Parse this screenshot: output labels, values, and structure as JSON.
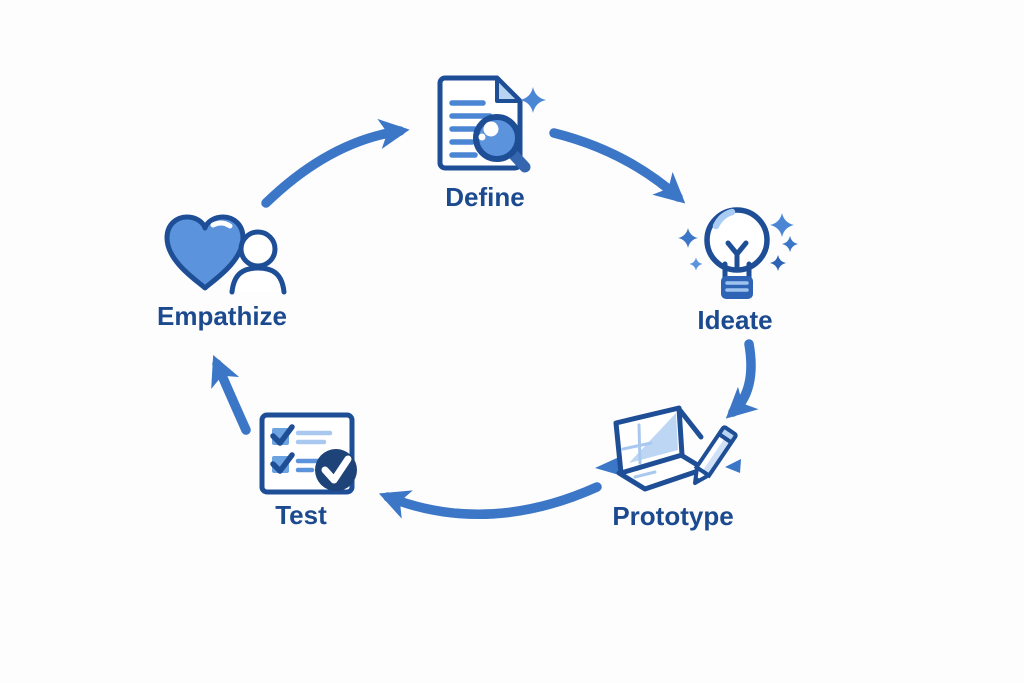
{
  "diagram": {
    "background": "#fdfdfe",
    "colors": {
      "arrow": "#3b76c7",
      "outline": "#1e4e96",
      "fill_medium": "#5b93dd",
      "fill_light": "#b9d4f2",
      "base_dark": "#2f63b5",
      "check_circle": "#1d4378",
      "label_text": "#1b4a8f"
    },
    "stages": [
      {
        "label": "Empathize",
        "icon": "heart-with-person-icon"
      },
      {
        "label": "Define",
        "icon": "document-with-magnifier-icon"
      },
      {
        "label": "Ideate",
        "icon": "lightbulb-with-sparkles-icon"
      },
      {
        "label": "Prototype",
        "icon": "laptop-with-pencil-icon"
      },
      {
        "label": "Test",
        "icon": "checklist-with-checkmark-icon"
      }
    ],
    "connections": [
      {
        "from": "Empathize",
        "to": "Define"
      },
      {
        "from": "Define",
        "to": "Ideate"
      },
      {
        "from": "Ideate",
        "to": "Prototype"
      },
      {
        "from": "Prototype",
        "to": "Test"
      },
      {
        "from": "Test",
        "to": "Empathize"
      }
    ]
  }
}
